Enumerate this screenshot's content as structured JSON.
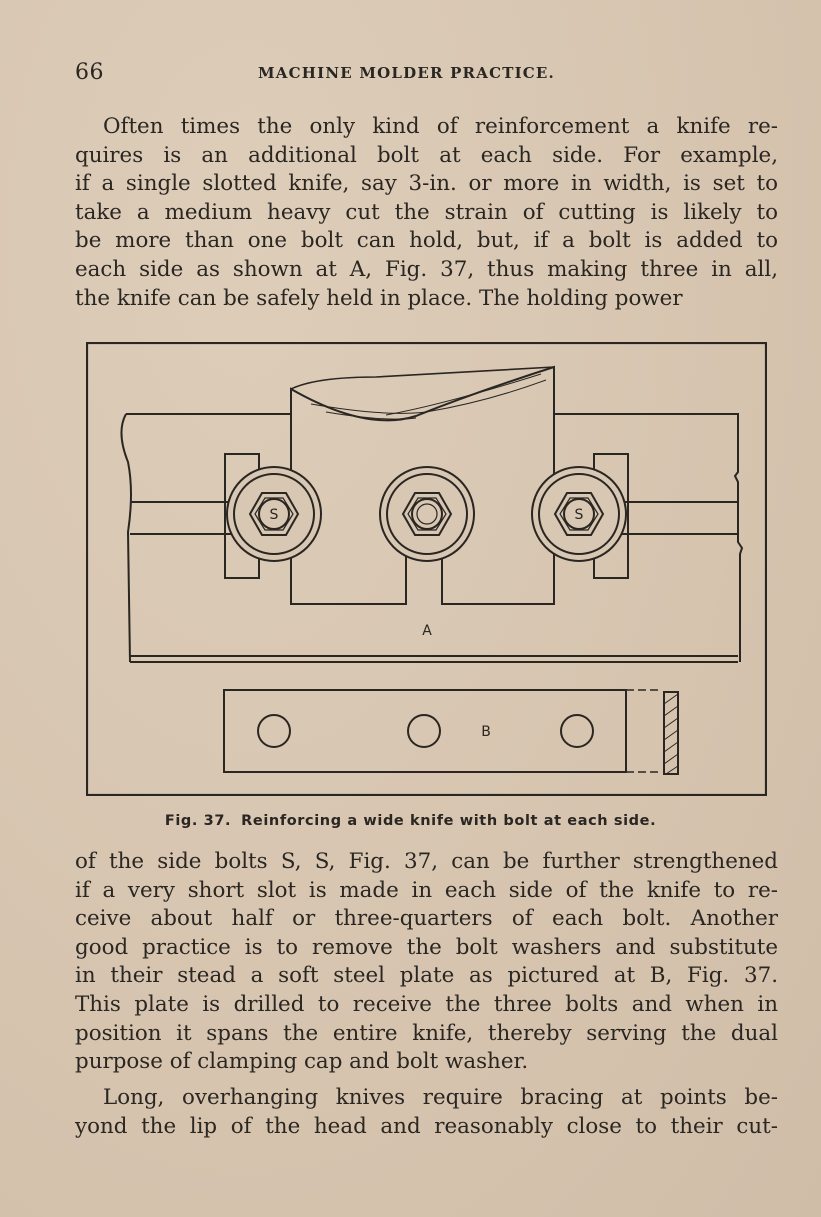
{
  "header": {
    "page_number": "66",
    "running_title": "MACHINE MOLDER PRACTICE."
  },
  "paragraphs": [
    {
      "lines": [
        "Often times the only kind of reinforcement a knife re-",
        "quires is an additional bolt at each side.  For example,",
        "if a single slotted knife, say 3-in. or more in width, is set to",
        "take a medium heavy cut the strain of cutting is likely to",
        "be more than one bolt can hold, but, if a bolt is added to",
        "each side as shown at A, Fig. 37, thus making three in all,",
        "the knife can be safely held in place.  The holding power"
      ]
    },
    {
      "lines": [
        "of the side bolts S, S, Fig. 37, can be further strengthened",
        "if a very short slot is made in each side of the knife to re-",
        "ceive about half or three-quarters of each bolt.  Another",
        "good practice is to remove the bolt washers and substitute",
        "in their stead a soft steel plate as pictured at B, Fig. 37.",
        "This plate is drilled to receive the three bolts and when in",
        "position it spans the entire knife, thereby serving the dual",
        "purpose of clamping cap and bolt washer."
      ]
    },
    {
      "lines": [
        "Long, overhanging knives require bracing at points be-",
        "yond the lip of the head and reasonably close to their cut-"
      ]
    }
  ],
  "figure": {
    "labels": {
      "left_bolt": "S",
      "right_bolt": "S",
      "knife": "A",
      "plate": "B"
    },
    "caption_label": "Fig. 37.",
    "caption_text": "Reinforcing a wide knife with bolt at each side."
  }
}
